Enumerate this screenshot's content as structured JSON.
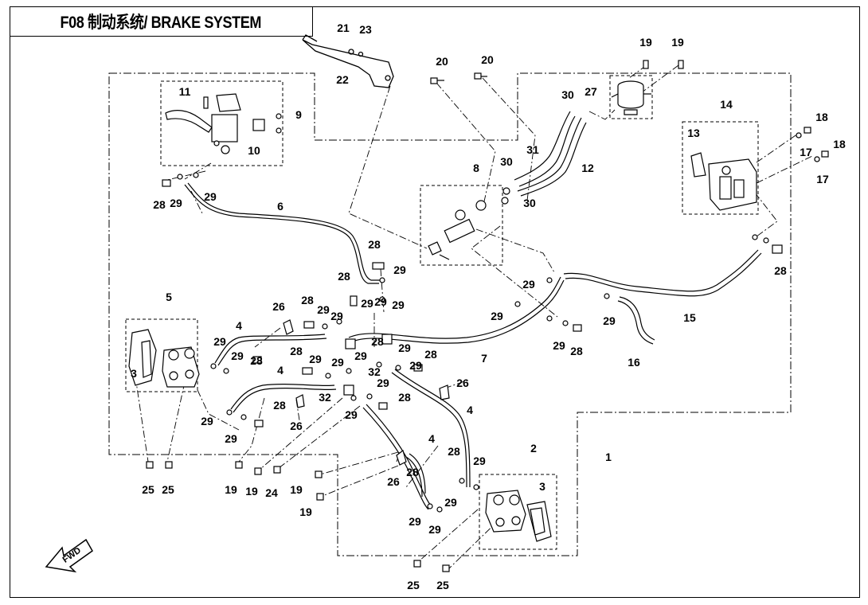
{
  "title": "F08 制动系统/ BRAKE SYSTEM",
  "fwd_label": "FWD",
  "callouts": [
    {
      "id": "c21a",
      "text": "21"
    },
    {
      "id": "c23a",
      "text": "23"
    },
    {
      "id": "c22a",
      "text": "22"
    },
    {
      "id": "c20a",
      "text": "20"
    },
    {
      "id": "c20b",
      "text": "20"
    },
    {
      "id": "c19a",
      "text": "19"
    },
    {
      "id": "c19b",
      "text": "19"
    },
    {
      "id": "c27a",
      "text": "27"
    },
    {
      "id": "c30a",
      "text": "30"
    },
    {
      "id": "c11a",
      "text": "11"
    },
    {
      "id": "c9a",
      "text": "9"
    },
    {
      "id": "c10a",
      "text": "10"
    },
    {
      "id": "c14a",
      "text": "14"
    },
    {
      "id": "c13a",
      "text": "13"
    },
    {
      "id": "c18a",
      "text": "18"
    },
    {
      "id": "c17a",
      "text": "17"
    },
    {
      "id": "c18b",
      "text": "18"
    },
    {
      "id": "c17b",
      "text": "17"
    },
    {
      "id": "c31a",
      "text": "31"
    },
    {
      "id": "c12a",
      "text": "12"
    },
    {
      "id": "c30b",
      "text": "30"
    },
    {
      "id": "c30c",
      "text": "30"
    },
    {
      "id": "c8a",
      "text": "8"
    },
    {
      "id": "c28a",
      "text": "28"
    },
    {
      "id": "c29a",
      "text": "29"
    },
    {
      "id": "c29b",
      "text": "29"
    },
    {
      "id": "c6a",
      "text": "6"
    },
    {
      "id": "c28b",
      "text": "28"
    },
    {
      "id": "c29c",
      "text": "29"
    },
    {
      "id": "c28c",
      "text": "28"
    },
    {
      "id": "c29d",
      "text": "29"
    },
    {
      "id": "c29e",
      "text": "29"
    },
    {
      "id": "c29f",
      "text": "29"
    },
    {
      "id": "c29g",
      "text": "29"
    },
    {
      "id": "c28d",
      "text": "28"
    },
    {
      "id": "c5a",
      "text": "5"
    },
    {
      "id": "c26a",
      "text": "26"
    },
    {
      "id": "c28e",
      "text": "28"
    },
    {
      "id": "c29h",
      "text": "29"
    },
    {
      "id": "c29i",
      "text": "29"
    },
    {
      "id": "c4a",
      "text": "4"
    },
    {
      "id": "c29j",
      "text": "29"
    },
    {
      "id": "c29k",
      "text": "29"
    },
    {
      "id": "c28f",
      "text": "28"
    },
    {
      "id": "c3a",
      "text": "3"
    },
    {
      "id": "c28g",
      "text": "28"
    },
    {
      "id": "c29l",
      "text": "29"
    },
    {
      "id": "c29m",
      "text": "29"
    },
    {
      "id": "c29n",
      "text": "29"
    },
    {
      "id": "c29o",
      "text": "29"
    },
    {
      "id": "c28h",
      "text": "28"
    },
    {
      "id": "c7a",
      "text": "7"
    },
    {
      "id": "c29p",
      "text": "29"
    },
    {
      "id": "c28i",
      "text": "28"
    },
    {
      "id": "c29q",
      "text": "29"
    },
    {
      "id": "c15a",
      "text": "15"
    },
    {
      "id": "c16a",
      "text": "16"
    },
    {
      "id": "c29r",
      "text": "29"
    },
    {
      "id": "c29s",
      "text": "29"
    },
    {
      "id": "c28j",
      "text": "28"
    },
    {
      "id": "c4b",
      "text": "4"
    },
    {
      "id": "c32a",
      "text": "32"
    },
    {
      "id": "c32b",
      "text": "32"
    },
    {
      "id": "c29t",
      "text": "29"
    },
    {
      "id": "c29u",
      "text": "29"
    },
    {
      "id": "c28k",
      "text": "28"
    },
    {
      "id": "c26b",
      "text": "26"
    },
    {
      "id": "c4c",
      "text": "4"
    },
    {
      "id": "c29v",
      "text": "29"
    },
    {
      "id": "c29w",
      "text": "29"
    },
    {
      "id": "c28l",
      "text": "28"
    },
    {
      "id": "c26c",
      "text": "26"
    },
    {
      "id": "c1a",
      "text": "1"
    },
    {
      "id": "c2a",
      "text": "2"
    },
    {
      "id": "c3b",
      "text": "3"
    },
    {
      "id": "c4d",
      "text": "4"
    },
    {
      "id": "c28m",
      "text": "28"
    },
    {
      "id": "c29x",
      "text": "29"
    },
    {
      "id": "c28n",
      "text": "28"
    },
    {
      "id": "c26d",
      "text": "26"
    },
    {
      "id": "c29y",
      "text": "29"
    },
    {
      "id": "c29z",
      "text": "29"
    },
    {
      "id": "c29aa",
      "text": "29"
    },
    {
      "id": "c25a",
      "text": "25"
    },
    {
      "id": "c25b",
      "text": "25"
    },
    {
      "id": "c19c",
      "text": "19"
    },
    {
      "id": "c19d",
      "text": "19"
    },
    {
      "id": "c24a",
      "text": "24"
    },
    {
      "id": "c19e",
      "text": "19"
    },
    {
      "id": "c19f",
      "text": "19"
    },
    {
      "id": "c25c",
      "text": "25"
    },
    {
      "id": "c25d",
      "text": "25"
    }
  ]
}
